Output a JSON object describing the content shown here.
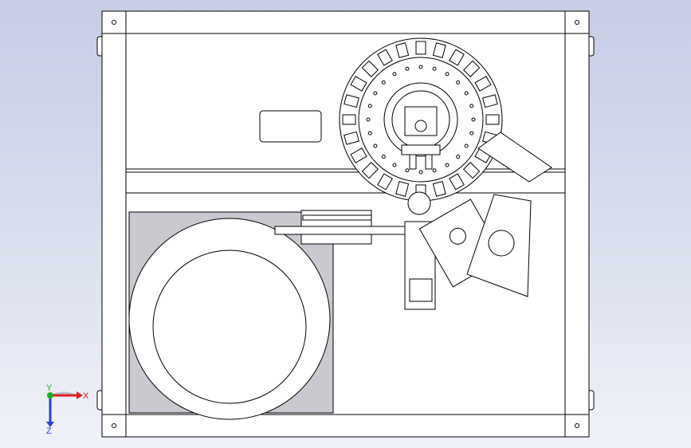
{
  "viewport": {
    "background_top": "#c6cde4",
    "background_bottom": "#f0f2f8"
  },
  "model": {
    "line_color": "#000000",
    "fill_color": "#ffffff",
    "shade_color": "#c9cacf"
  },
  "triad": {
    "x_label": "X",
    "y_label": "Y",
    "z_label": "Z",
    "x_color": "#e02020",
    "y_color": "#1fae1f",
    "z_color": "#2a3fd8"
  }
}
